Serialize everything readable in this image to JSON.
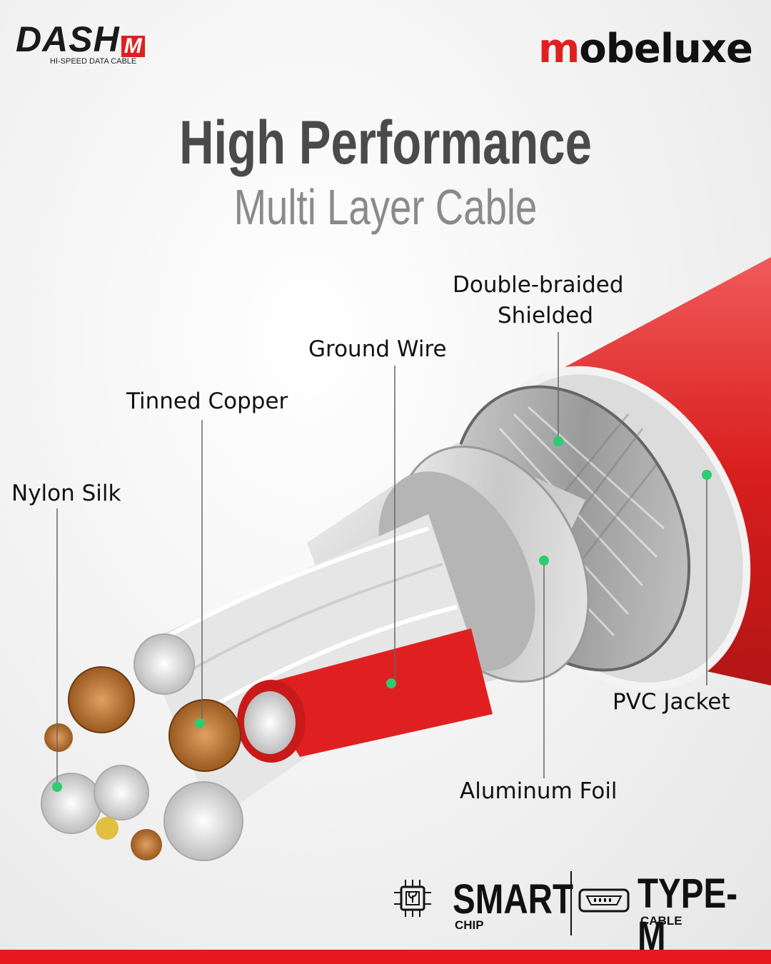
{
  "brand_left": {
    "name": "DASH",
    "badge": "M",
    "tagline": "HI-SPEED DATA CABLE"
  },
  "brand_right": {
    "name_prefix": "m",
    "name_rest": "obeluxe"
  },
  "headline": {
    "title": "High Performance",
    "subtitle": "Multi Layer Cable"
  },
  "labels": {
    "double_braided": [
      "Double-braided",
      "Shielded"
    ],
    "ground_wire": "Ground Wire",
    "tinned_copper": "Tinned Copper",
    "nylon_silk": "Nylon Silk",
    "pvc_jacket": "PVC Jacket",
    "aluminum_foil": "Aluminum Foil"
  },
  "features": {
    "smart": {
      "big": "SMART",
      "small": "CHIP",
      "icon": "chip-icon"
    },
    "type": {
      "big": "TYPE-M",
      "small": "CABLE",
      "icon": "usb-port-icon"
    }
  },
  "colors": {
    "accent": "#e8191c",
    "marker": "#2ecc71",
    "title": "#4a4a4a",
    "subtitle": "#8a8a8a"
  }
}
